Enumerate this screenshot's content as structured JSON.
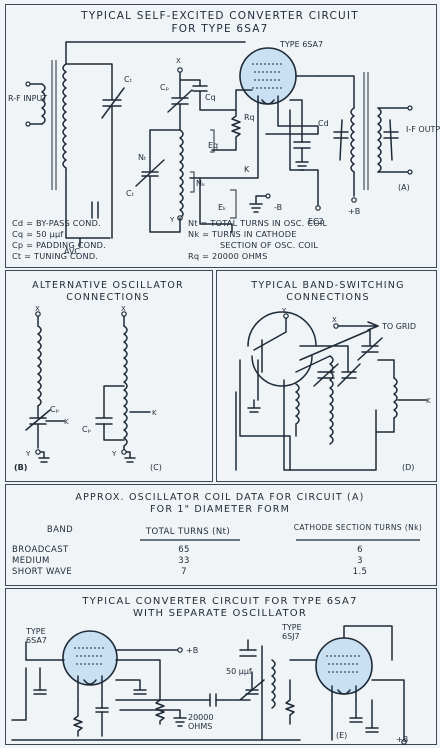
{
  "circuit_a": {
    "title_line1": "TYPICAL SELF-EXCITED CONVERTER CIRCUIT",
    "title_line2": "FOR TYPE 6SA7",
    "tube_label": "TYPE 6SA7",
    "rf_input": "R-F INPUT",
    "if_output": "I-F OUTPUT",
    "avc": "AVC",
    "minus_b": "-B",
    "ec2": "EC2",
    "plus_b": "+B",
    "tag": "(A)",
    "component_labels": [
      "Ct",
      "Cp",
      "Cq",
      "Rq",
      "Cd",
      "Eq",
      "K",
      "Nt",
      "Nk",
      "Ek",
      "X",
      "Y"
    ]
  },
  "legend": {
    "left": [
      "Cd = BY-PASS COND.",
      "Cq = 50 μμf",
      "Cp = PADDING COND.",
      "Ct = TUNING COND."
    ],
    "right": [
      "Nt = TOTAL TURNS IN OSC. COIL",
      "Nk = TURNS IN CATHODE",
      "SECTION OF OSC. COIL",
      "Rq = 20000 OHMS"
    ]
  },
  "alt_osc": {
    "title_line1": "ALTERNATIVE OSCILLATOR",
    "title_line2": "CONNECTIONS",
    "tag_b": "(B)",
    "tag_c": "(C)"
  },
  "band_switch": {
    "title_line1": "TYPICAL BAND-SWITCHING",
    "title_line2": "CONNECTIONS",
    "to_grid": "TO GRID",
    "tag": "(D)"
  },
  "coil_table": {
    "title_line1": "APPROX. OSCILLATOR COIL DATA FOR CIRCUIT (A)",
    "title_line2": "FOR 1\" DIAMETER FORM",
    "headers": [
      "BAND",
      "TOTAL TURNS (Nt)",
      "CATHODE SECTION TURNS (Nk)"
    ],
    "rows": [
      {
        "band": "BROADCAST",
        "total": "65",
        "cathode": "6"
      },
      {
        "band": "MEDIUM",
        "total": "33",
        "cathode": "3"
      },
      {
        "band": "SHORT WAVE",
        "total": "7",
        "cathode": "1.5"
      }
    ]
  },
  "circuit_e": {
    "title_line1": "TYPICAL CONVERTER CIRCUIT FOR TYPE 6SA7",
    "title_line2": "WITH SEPARATE OSCILLATOR",
    "tube1_label": "TYPE 6SA7",
    "tube2_label": "TYPE 6SJ7",
    "plus_b1": "+B",
    "plus_b2": "+B",
    "cap_label": "50 μμf",
    "res_label": "20000 OHMS",
    "tag": "(E)"
  }
}
